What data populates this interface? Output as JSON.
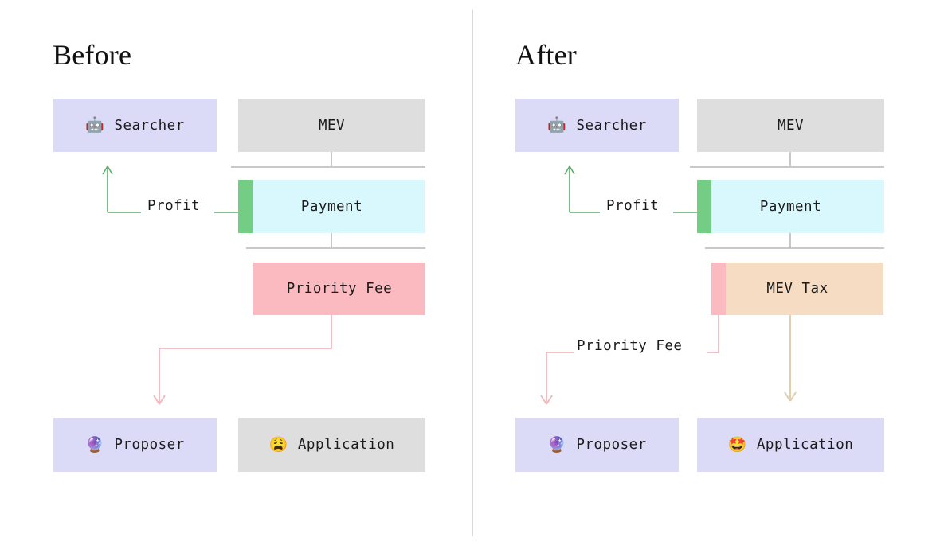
{
  "diagram": {
    "title_left": "Before",
    "title_right": "After",
    "colors": {
      "lavender": "#dcdbf7",
      "gray": "#dedede",
      "cyan": "#d8f8fd",
      "green": "#74cd84",
      "pink": "#fbb9c0",
      "tan": "#f6dcc2",
      "rule": "#c9c9c9",
      "divider": "#d8d8d8",
      "green_line": "#5bab6e",
      "pink_line": "#f2b6bd",
      "tan_line": "#e0c9a6",
      "text": "#1b1b1b"
    }
  },
  "before": {
    "title": "Before",
    "searcher": {
      "label": "Searcher",
      "emoji": "🤖",
      "emoji_name": "robot-emoji"
    },
    "mev": {
      "label": "MEV"
    },
    "payment": {
      "label": "Payment"
    },
    "profit": {
      "label": "Profit"
    },
    "priority_fee": {
      "label": "Priority Fee"
    },
    "proposer": {
      "label": "Proposer",
      "emoji": "🔮",
      "emoji_name": "crystal-ball-emoji"
    },
    "application": {
      "label": "Application",
      "emoji": "😩",
      "emoji_name": "weary-face-emoji"
    }
  },
  "after": {
    "title": "After",
    "searcher": {
      "label": "Searcher",
      "emoji": "🤖",
      "emoji_name": "robot-emoji"
    },
    "mev": {
      "label": "MEV"
    },
    "payment": {
      "label": "Payment"
    },
    "profit": {
      "label": "Profit"
    },
    "mev_tax": {
      "label": "MEV Tax"
    },
    "priority_fee": {
      "label": "Priority Fee"
    },
    "proposer": {
      "label": "Proposer",
      "emoji": "🔮",
      "emoji_name": "crystal-ball-emoji"
    },
    "application": {
      "label": "Application",
      "emoji": "🤩",
      "emoji_name": "star-struck-emoji"
    }
  }
}
